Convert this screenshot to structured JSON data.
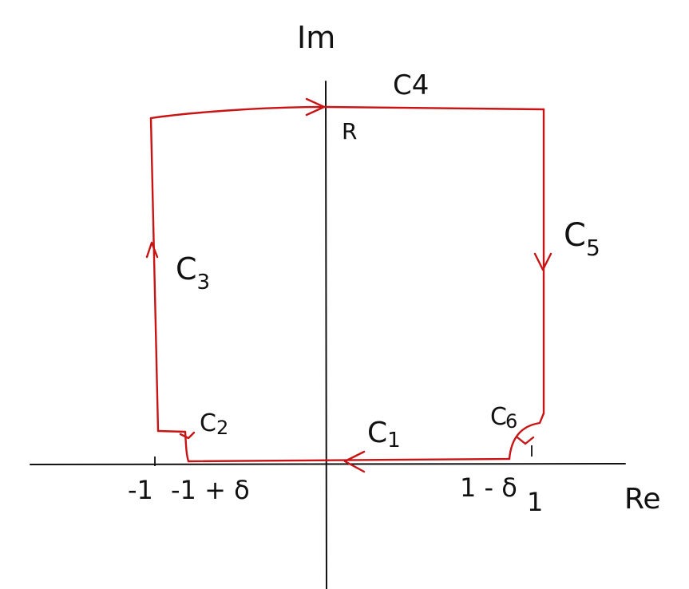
{
  "axes": {
    "imaginary_label": "Im",
    "real_label": "Re"
  },
  "contour": {
    "color": "#c81414",
    "segments": {
      "c1": "C",
      "c1_sub": "1",
      "c2": "C",
      "c2_sub": "2",
      "c3": "C",
      "c3_sub": "3",
      "c4": "C4",
      "c5": "C",
      "c5_sub": "5",
      "c6": "C",
      "c6_sub": "6"
    },
    "top_label": "R"
  },
  "ticks": {
    "neg_one": "-1",
    "neg_one_plus_delta": "-1 + δ",
    "one_minus_delta": "1 - δ",
    "one": "1"
  }
}
